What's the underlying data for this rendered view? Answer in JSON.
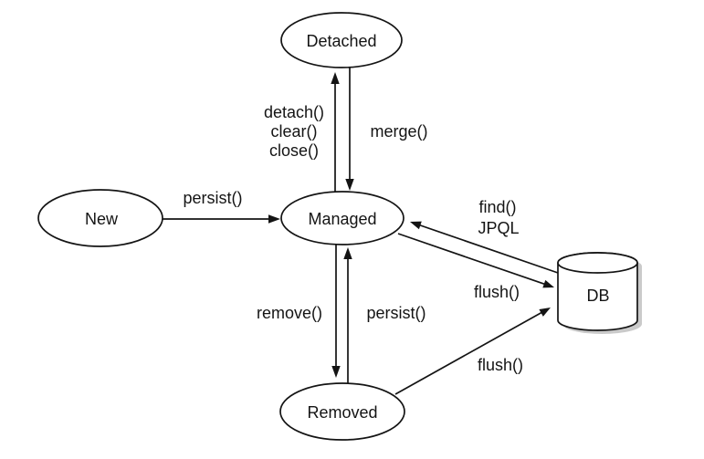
{
  "diagram_type": "state-transition-diagram",
  "colors": {
    "background": "#ffffff",
    "ink": "#141414",
    "node_fill": "#ffffff",
    "db_shadow": "#9e9e9e"
  },
  "nodes": {
    "detached": {
      "label": "Detached",
      "shape": "ellipse"
    },
    "new": {
      "label": "New",
      "shape": "ellipse"
    },
    "managed": {
      "label": "Managed",
      "shape": "ellipse"
    },
    "removed": {
      "label": "Removed",
      "shape": "ellipse"
    },
    "db": {
      "label": "DB",
      "shape": "cylinder"
    }
  },
  "edges": {
    "new_to_managed": {
      "label": "persist()",
      "from": "New",
      "to": "Managed"
    },
    "managed_to_detached": {
      "lines": [
        "detach()",
        "clear()",
        "close()"
      ],
      "from": "Managed",
      "to": "Detached"
    },
    "detached_to_managed": {
      "label": "merge()",
      "from": "Detached",
      "to": "Managed"
    },
    "db_to_managed": {
      "lines": [
        "find()",
        "JPQL"
      ],
      "from": "DB",
      "to": "Managed"
    },
    "managed_to_db": {
      "label": "flush()",
      "from": "Managed",
      "to": "DB"
    },
    "managed_to_removed": {
      "label": "remove()",
      "from": "Managed",
      "to": "Removed"
    },
    "removed_to_managed": {
      "label": "persist()",
      "from": "Removed",
      "to": "Managed"
    },
    "removed_to_db": {
      "label": "flush()",
      "from": "Removed",
      "to": "DB"
    }
  }
}
